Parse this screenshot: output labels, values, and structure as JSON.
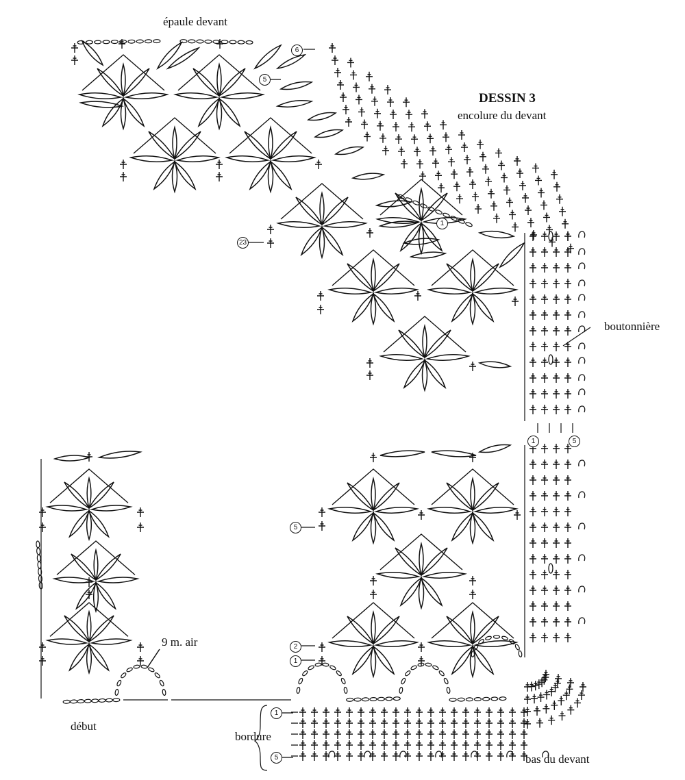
{
  "labels": {
    "title": "DESSIN 3",
    "subtitle": "encolure du devant",
    "shoulder": "épaule devant",
    "buttonhole": "boutonnière",
    "chain": "9 m. air",
    "start": "début",
    "border": "bordure",
    "bottom": "bas du devant"
  },
  "row_markers": {
    "shoulder_6": "6",
    "shoulder_5": "5",
    "row_23": "23",
    "neck_1": "1",
    "band_1": "1",
    "band_5": "5",
    "mid_5": "5",
    "lower_2": "2",
    "lower_1": "1",
    "border_1": "1",
    "border_5": "5"
  },
  "colors": {
    "ink": "#111111",
    "paper": "#ffffff"
  },
  "icons": {
    "stitch": "double-crochet-cross",
    "leaf": "puff-leaf",
    "chain": "chain-oval",
    "picot": "picot-loop"
  }
}
